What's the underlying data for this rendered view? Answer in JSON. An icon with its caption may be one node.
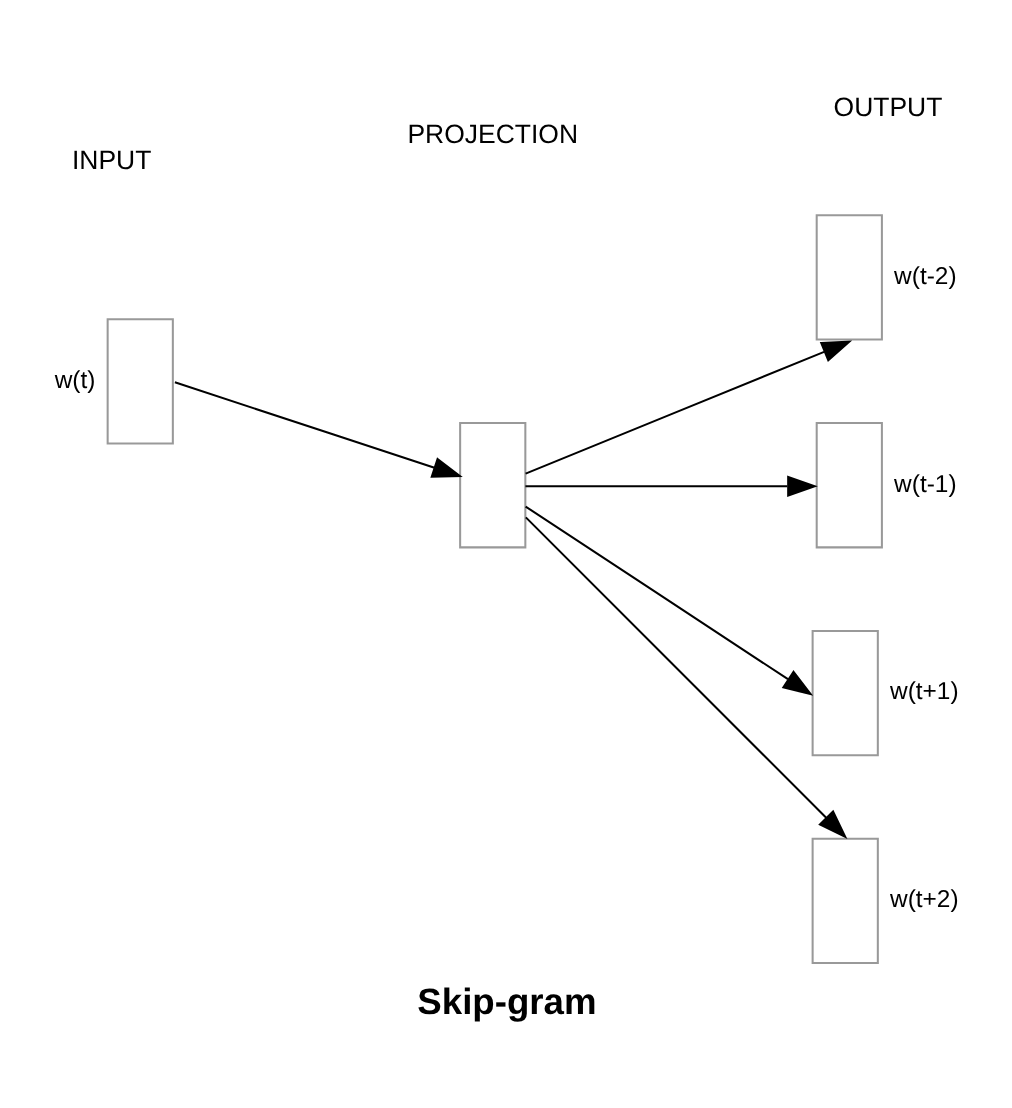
{
  "diagram": {
    "caption": "Skip-gram",
    "nodes": [
      {
        "text": [],
        "shape": "box",
        "beside": [
          "w(t)"
        ]
      },
      {
        "text": [],
        "shape": "box"
      },
      {
        "text": [],
        "shape": "box",
        "beside": [
          "w(t-2)"
        ]
      },
      {
        "text": [],
        "shape": "box",
        "beside": [
          "w(t-1)"
        ]
      },
      {
        "text": [],
        "shape": "box",
        "beside": [
          "w(t+1)"
        ]
      },
      {
        "text": [],
        "shape": "box",
        "beside": [
          "w(t+2)"
        ]
      }
    ],
    "edges": [
      {
        "from": 0,
        "to": 1,
        "arrow": "to"
      },
      {
        "from": 1,
        "to": 2,
        "arrow": "to"
      },
      {
        "from": 1,
        "to": 3,
        "arrow": "to"
      },
      {
        "from": 1,
        "to": 4,
        "arrow": "to"
      },
      {
        "from": 1,
        "to": 5,
        "arrow": "to"
      }
    ],
    "labels": [
      "INPUT",
      "PROJECTION",
      "OUTPUT"
    ]
  }
}
